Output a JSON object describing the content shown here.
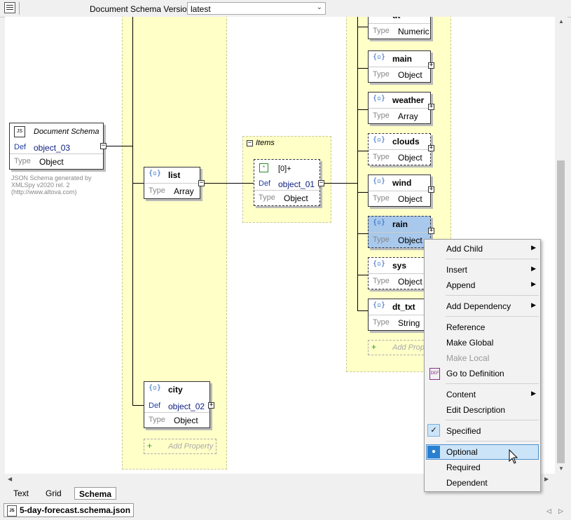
{
  "toolbar": {
    "version_label": "Document Schema Version:",
    "version_value": "latest"
  },
  "root": {
    "title": "Document Schema",
    "def_label": "Def",
    "def_value": "object_03",
    "type_label": "Type",
    "type_value": "Object",
    "note": "JSON Schema generated by XMLSpy v2020 rel. 2 (http://www.altova.com)"
  },
  "list_node": {
    "name": "list",
    "type_label": "Type",
    "type_value": "Array"
  },
  "items_box": {
    "label": "Items"
  },
  "item_node": {
    "name": "[0]+",
    "def_label": "Def",
    "def_value": "object_01",
    "type_label": "Type",
    "type_value": "Object"
  },
  "city_node": {
    "name": "city",
    "def_label": "Def",
    "def_value": "object_02",
    "type_label": "Type",
    "type_value": "Object"
  },
  "add_property": "Add Property",
  "add_property_right": "Add Prop",
  "props": [
    {
      "name": "dt",
      "type": "Numeric"
    },
    {
      "name": "main",
      "type": "Object"
    },
    {
      "name": "weather",
      "type": "Array"
    },
    {
      "name": "clouds",
      "type": "Object"
    },
    {
      "name": "wind",
      "type": "Object"
    },
    {
      "name": "rain",
      "type": "Object"
    },
    {
      "name": "sys",
      "type": "Object"
    },
    {
      "name": "dt_txt",
      "type": "String"
    }
  ],
  "type_label": "Type",
  "tabs": {
    "text": "Text",
    "grid": "Grid",
    "schema": "Schema"
  },
  "file_tab": "5-day-forecast.schema.json",
  "menu": {
    "add_child": "Add Child",
    "insert": "Insert",
    "append": "Append",
    "add_dependency": "Add Dependency",
    "reference": "Reference",
    "make_global": "Make Global",
    "make_local": "Make Local",
    "go_to_definition": "Go to Definition",
    "content": "Content",
    "edit_description": "Edit Description",
    "specified": "Specified",
    "optional": "Optional",
    "required": "Required",
    "dependent": "Dependent"
  },
  "colors": {
    "selected_node": "#a8c8ec",
    "container": "#ffffc8",
    "menu_highlight": "#cce4f7"
  }
}
